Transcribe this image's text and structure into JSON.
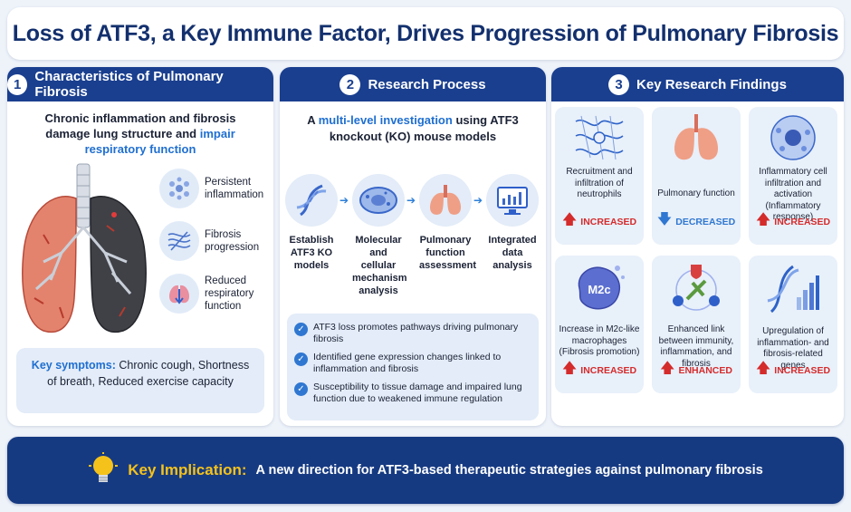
{
  "title": "Loss of ATF3, a Key Immune Factor, Drives Progression of Pulmonary Fibrosis",
  "panel1": {
    "number": "1",
    "title": "Characteristics of Pulmonary Fibrosis",
    "intro_a": "Chronic inflammation and fibrosis damage lung structure and ",
    "intro_b": "impair respiratory function",
    "items": [
      {
        "label": "Persistent inflammation",
        "icon": "inflammation-cells-icon"
      },
      {
        "label": "Fibrosis progression",
        "icon": "fibrosis-fibers-icon"
      },
      {
        "label": "Reduced respiratory function",
        "icon": "reduced-lung-icon"
      }
    ],
    "symptoms_label": "Key symptoms:",
    "symptoms_text": " Chronic cough, Shortness of breath, Reduced exercise capacity"
  },
  "panel2": {
    "number": "2",
    "title": "Research Process",
    "intro_a": "A ",
    "intro_b": "multi-level investigation",
    "intro_c": " using ATF3 knockout (KO) mouse models",
    "steps": [
      {
        "label": "Establish ATF3 KO models",
        "icon": "dna-icon"
      },
      {
        "label": "Molecular and cellular mechanism analysis",
        "icon": "cell-icon"
      },
      {
        "label": "Pulmonary function assessment",
        "icon": "lungs-icon"
      },
      {
        "label": "Integrated data analysis",
        "icon": "monitor-chart-icon"
      }
    ],
    "findings": [
      "ATF3 loss promotes pathways driving pulmonary fibrosis",
      "Identified gene expression changes linked to inflammation and fibrosis",
      "Susceptibility to tissue damage and impaired lung function due to weakened immune regulation"
    ]
  },
  "panel3": {
    "number": "3",
    "title": "Key Research Findings",
    "cards": [
      {
        "label": "Recruitment and infiltration of neutrophils",
        "status": "INCREASED",
        "direction": "up"
      },
      {
        "label": "Pulmonary function",
        "status": "DECREASED",
        "direction": "down"
      },
      {
        "label": "Inflammatory cell infiltration and activation (Inflammatory response)",
        "status": "INCREASED",
        "direction": "up"
      },
      {
        "label": "Increase in M2c-like macrophages (Fibrosis promotion)",
        "status": "INCREASED",
        "direction": "up",
        "icon_text": "M2c"
      },
      {
        "label": "Enhanced link between immunity, inflammation, and fibrosis",
        "status": "ENHANCED",
        "direction": "up"
      },
      {
        "label": "Upregulation of inflammation- and fibrosis-related genes",
        "status": "INCREASED",
        "direction": "up"
      }
    ]
  },
  "implication": {
    "label": "Key Implication:",
    "text": "A new direction for ATF3-based therapeutic strategies against pulmonary fibrosis"
  },
  "colors": {
    "navy": "#1a3f8f",
    "accent_blue": "#1f6fd1",
    "increase_red": "#d42b2b",
    "implication_gold": "#f5c21b"
  }
}
